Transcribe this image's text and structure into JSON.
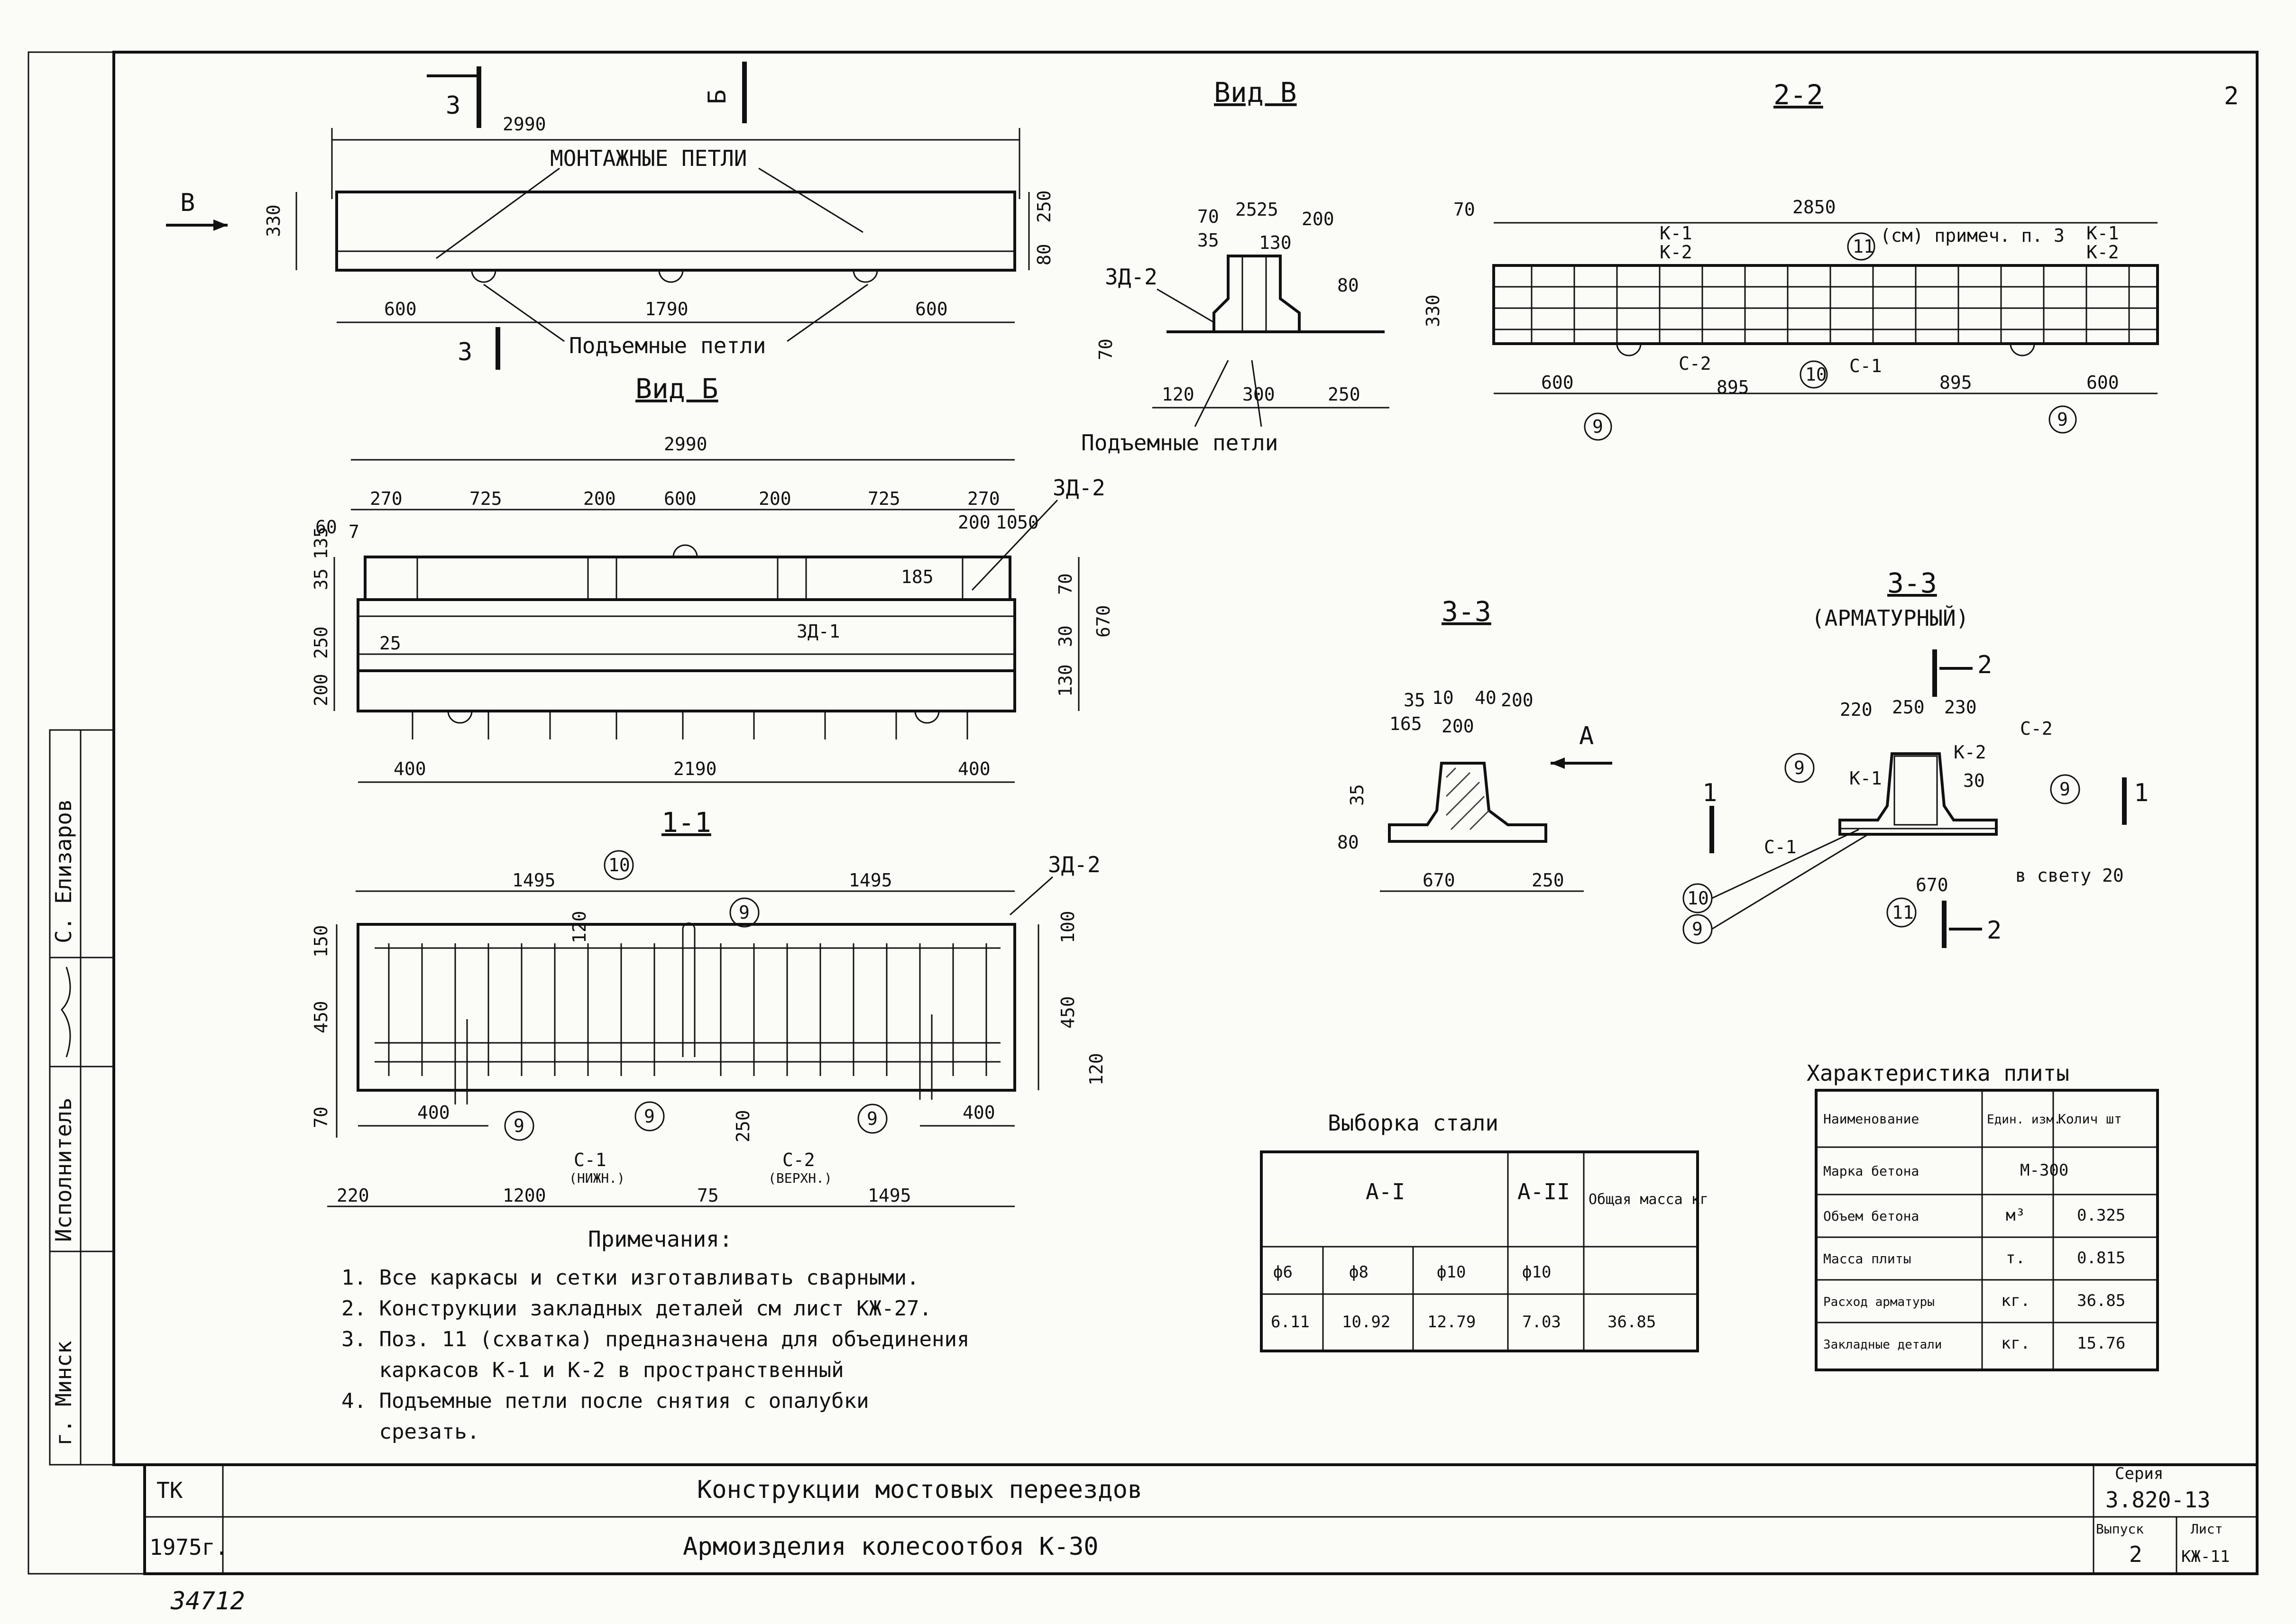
{
  "drawing": {
    "top_left_section_marks": [
      "3",
      "Б"
    ],
    "elevation": {
      "view_arrow": "В",
      "overall_length": "2990",
      "height": "330",
      "right_dims": [
        "250",
        "80"
      ],
      "bottom_dims": [
        "600",
        "1790",
        "600"
      ],
      "section_mark_bottom": "3",
      "label_mounting_loops": "МОНТАЖНЫЕ ПЕТЛИ",
      "label_lifting_loops": "Подъемные петли"
    },
    "view_b_lower": {
      "title": "Вид Б",
      "overall_length": "2990",
      "top_dims": [
        "270",
        "725",
        "200",
        "600",
        "200",
        "725",
        "270"
      ],
      "right_top_dims": [
        "200",
        "10",
        "50"
      ],
      "left_top_dims": [
        "60",
        "7"
      ],
      "left_dims": [
        "35",
        "135",
        "250",
        "200",
        "25"
      ],
      "right_side_dims": [
        "70",
        "30",
        "130",
        "670"
      ],
      "inner_dim": "185",
      "bottom_dims": [
        "400",
        "2190",
        "400"
      ],
      "label_emb1": "ЗД-1",
      "label_emb2": "ЗД-2"
    },
    "view_v": {
      "title": "Вид В",
      "top_dims": [
        "70",
        "25",
        "25",
        "200",
        "35",
        "130"
      ],
      "right_dim": "80",
      "left_dim": "70",
      "bottom_dims": [
        "120",
        "300",
        "250"
      ],
      "label_emb": "ЗД-2",
      "label_lifting_loops": "Подъемные петли"
    },
    "section_2_2": {
      "title": "2-2",
      "top_dims": [
        "70",
        "2850"
      ],
      "height": "330",
      "frame_labels_left": [
        "К-1",
        "К-2"
      ],
      "frame_labels_right": [
        "К-1",
        "К-2"
      ],
      "note_callout": "(см) примеч. п. 3",
      "callout_num": "11",
      "mesh_labels": [
        "С-2",
        "С-1"
      ],
      "callouts": [
        "10",
        "9",
        "9"
      ],
      "bottom_dims": [
        "600",
        "895",
        "895",
        "600"
      ]
    },
    "section_1_1": {
      "title": "1-1",
      "top_dims": [
        "1495",
        "1495"
      ],
      "callout_top": "10",
      "left_dims": [
        "150",
        "450",
        "70"
      ],
      "right_dims": [
        "100",
        "450",
        "120"
      ],
      "inner_dims": [
        "120",
        "250"
      ],
      "callouts": [
        "9",
        "9",
        "9",
        "9"
      ],
      "bottom_dims": [
        "400",
        "400"
      ],
      "mesh_c1": "С-1",
      "mesh_c1_note": "(НИЖН.)",
      "mesh_c2": "С-2",
      "mesh_c2_note": "(ВЕРХН.)",
      "bottom_run": [
        "220",
        "1200",
        "75",
        "1495"
      ],
      "label_emb": "ЗД-2"
    },
    "section_3_3": {
      "title": "3-3",
      "top_dims": [
        "35",
        "10",
        "40",
        "200",
        "165",
        "200"
      ],
      "left_dims": [
        "35",
        "80"
      ],
      "bottom_dims": [
        "670",
        "250"
      ],
      "view_arrow": "А"
    },
    "section_3_3_rebar": {
      "title": "3-3",
      "subtitle": "(АРМАТУРНЫЙ)",
      "top_dims": [
        "220",
        "250",
        "230"
      ],
      "labels": [
        "К-1",
        "К-2",
        "С-2",
        "С-1"
      ],
      "callouts": [
        "9",
        "9",
        "10",
        "9",
        "11"
      ],
      "section_marks": [
        "2",
        "2",
        "1",
        "1"
      ],
      "bottom_dim": "670",
      "clear_note": "в свету 20",
      "inner_dim": "30"
    }
  },
  "notes": {
    "title": "Примечания:",
    "items": [
      "1. Все каркасы и сетки изготавливать сварными.",
      "2. Конструкции закладных деталей см лист КЖ-27.",
      "3. Поз. 11 (схватка) предназначена для объединения",
      "   каркасов К-1 и К-2 в пространственный",
      "4. Подъемные петли после снятия с опалубки",
      "   срезать."
    ]
  },
  "steel_table": {
    "title": "Выборка стали",
    "group_a1": "А-I",
    "group_a2": "А-II",
    "total_header": "Общая масса кг",
    "diameters": [
      "ф6",
      "ф8",
      "ф10",
      "ф10"
    ],
    "values": [
      "6.11",
      "10.92",
      "12.79",
      "7.03",
      "36.85"
    ]
  },
  "char_table": {
    "title": "Характеристика плиты",
    "headers": [
      "Наименование",
      "Един. изм.",
      "Колич шт"
    ],
    "rows": [
      {
        "name": "Марка бетона",
        "unit": "",
        "value": "М-300"
      },
      {
        "name": "Объем бетона",
        "unit": "м³",
        "value": "0.325"
      },
      {
        "name": "Масса плиты",
        "unit": "т.",
        "value": "0.815"
      },
      {
        "name": "Расход арматуры",
        "unit": "кг.",
        "value": "36.85"
      },
      {
        "name": "Закладные детали",
        "unit": "кг.",
        "value": "15.76"
      }
    ]
  },
  "side_stamp": {
    "city": "г. Минск",
    "role": "Исполнитель",
    "name": "С. Елизаров"
  },
  "title_block": {
    "code": "ТК",
    "project": "Конструкции мостовых переездов",
    "year": "1975г.",
    "sheet_title": "Армоизделия колесоотбоя К-30",
    "series_label": "Серия",
    "series_value": "3.820-13",
    "issue_label": "Выпуск",
    "issue_value": "2",
    "sheet_label": "Лист",
    "sheet_value": "КЖ-11"
  },
  "inventory_number": "34712",
  "corner_mark": "2"
}
